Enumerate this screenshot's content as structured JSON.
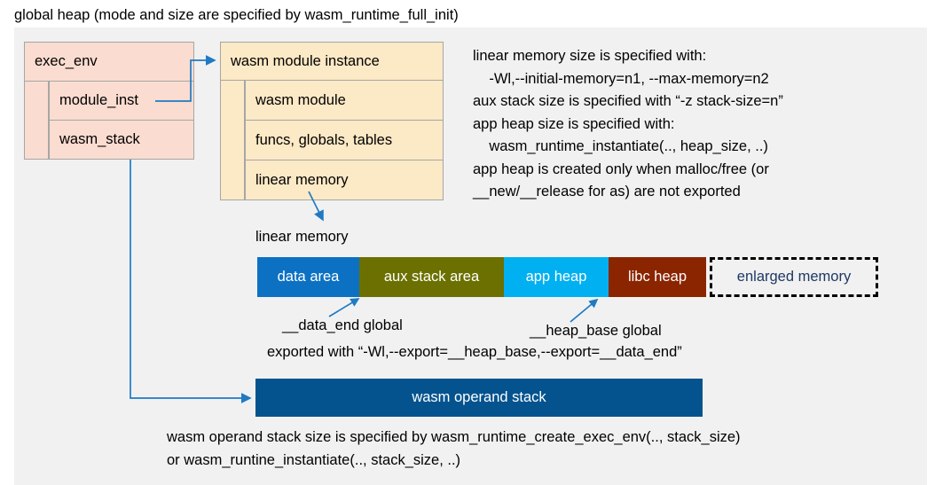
{
  "title": "global heap (mode and size are specified by wasm_runtime_full_init)",
  "colors": {
    "backdrop": "#f1f1f1",
    "exec_env_fill": "#fadcd0",
    "module_instance_fill": "#fce9c6",
    "box_border": "#a6a6a6",
    "connector": "#1f7ac4",
    "data_area": "#0c71c3",
    "aux_stack_area": "#6b7000",
    "app_heap": "#00b0f0",
    "libc_heap": "#8b2500",
    "enlarged_memory_text": "#1f3864",
    "operand_stack": "#04538f"
  },
  "exec_env": {
    "header": "exec_env",
    "fields": [
      {
        "label": "module_inst"
      },
      {
        "label": "wasm_stack"
      }
    ]
  },
  "module_instance": {
    "header": "wasm module instance",
    "fields": [
      {
        "label": "wasm module"
      },
      {
        "label": "funcs, globals, tables"
      },
      {
        "label": "linear memory"
      }
    ]
  },
  "notes": "linear memory size is specified with:\n    -Wl,--initial-memory=n1, --max-memory=n2\naux stack size is specified with “-z stack-size=n”\napp heap size is specified with:\n    wasm_runtime_instantiate(.., heap_size, ..)\napp heap is created only when malloc/free (or\n__new/__release for as) are not exported",
  "linear_memory": {
    "caption": "linear memory",
    "segments": [
      {
        "label": "data area",
        "color": "#0c71c3",
        "width": 115,
        "style": "solid"
      },
      {
        "label": "aux stack area",
        "color": "#6b7000",
        "width": 163,
        "style": "solid"
      },
      {
        "label": "app heap",
        "color": "#00b0f0",
        "width": 118,
        "style": "solid"
      },
      {
        "label": "libc heap",
        "color": "#8b2500",
        "width": 110,
        "style": "solid"
      },
      {
        "label": "enlarged memory",
        "color": "#f1f1f1",
        "width": 190,
        "style": "dashed"
      }
    ]
  },
  "annotations": {
    "data_end": "__data_end global",
    "heap_base": "__heap_base global",
    "exported": "exported with “-Wl,--export=__heap_base,--export=__data_end”"
  },
  "operand_stack": {
    "label": "wasm operand stack",
    "note": "wasm operand stack size is specified by wasm_runtime_create_exec_env(.., stack_size)\nor wasm_runtine_instantiate(.., stack_size, ..)"
  }
}
